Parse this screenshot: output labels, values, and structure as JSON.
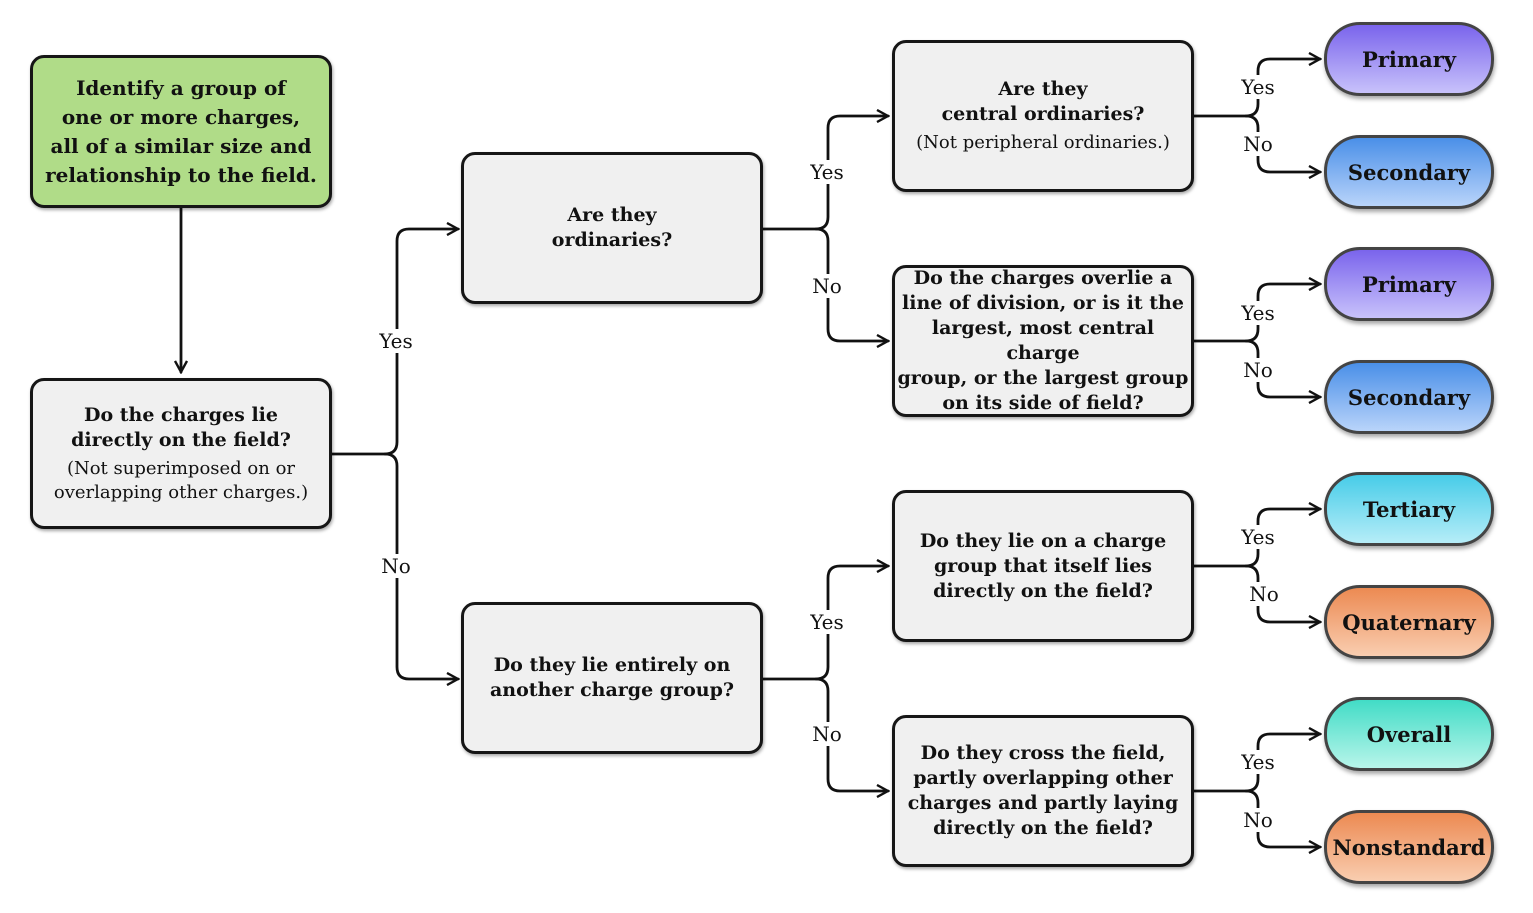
{
  "start": {
    "text": "Identify a group of\none or more charges,\nall of a similar size and\nrelationship to the field."
  },
  "q_field": {
    "text": "Do the charges lie\ndirectly on the field?",
    "note": "(Not superimposed on or\noverlapping other charges.)"
  },
  "q_ordinaries": {
    "text": "Are they\nordinaries?"
  },
  "q_another": {
    "text": "Do they lie entirely on\nanother charge group?"
  },
  "q_central": {
    "text": "Are they\ncentral ordinaries?",
    "note": "(Not peripheral ordinaries.)"
  },
  "q_overlie": {
    "text": "Do the charges overlie a\nline of division, or is it the\nlargest, most central charge\ngroup, or the largest group\non its side of field?"
  },
  "q_lie_on": {
    "text": "Do they lie on a charge\ngroup that itself lies\ndirectly on the field?"
  },
  "q_cross": {
    "text": "Do they cross the field,\npartly overlapping other\ncharges and partly laying\ndirectly on the field?"
  },
  "labels": {
    "yes": "Yes",
    "no": "No"
  },
  "outcomes": {
    "o1": "Primary",
    "o2": "Secondary",
    "o3": "Primary",
    "o4": "Secondary",
    "o5": "Tertiary",
    "o6": "Quaternary",
    "o7": "Overall",
    "o8": "Nonstandard"
  }
}
